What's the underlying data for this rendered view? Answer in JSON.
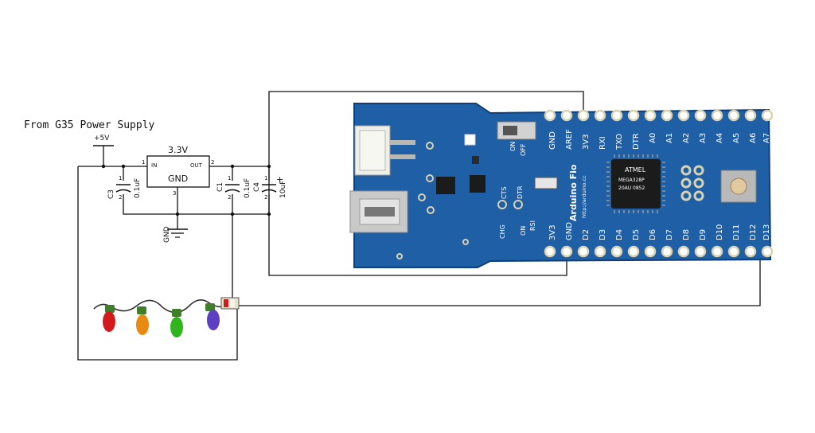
{
  "header": {
    "caption": "From G35 Power Supply"
  },
  "rails": {
    "vin_label": "+5V",
    "gnd_label": "GND"
  },
  "regulator": {
    "voltage": "3.3V",
    "pin_in": "IN",
    "pin_out": "OUT",
    "pin_gnd": "GND",
    "pin1": "1",
    "pin2": "2",
    "pin3": "3"
  },
  "capacitors": [
    {
      "ref": "C3",
      "value": "0.1uF",
      "pin_a": "1",
      "pin_b": "2"
    },
    {
      "ref": "C1",
      "value": "0.1uF",
      "pin_a": "1",
      "pin_b": "2"
    },
    {
      "ref": "C4",
      "value": "10uF",
      "pin_a": "1",
      "pin_b": "2",
      "polarity": "+"
    }
  ],
  "board": {
    "name": "Arduino Fio",
    "url": "http://arduino.cc",
    "top_pins": [
      "GND",
      "AREF",
      "3V3",
      "RXI",
      "TXO",
      "DTR",
      "A0",
      "A1",
      "A2",
      "A3",
      "A4",
      "A5",
      "A6",
      "A7"
    ],
    "bottom_pins": [
      "3V3",
      "GND",
      "D2",
      "D3",
      "D4",
      "D5",
      "D6",
      "D7",
      "D8",
      "D9",
      "D10",
      "D11",
      "D12",
      "D13"
    ],
    "switch_labels": [
      "ON",
      "OFF"
    ],
    "side_labels": [
      "CTS",
      "DTR",
      "CHG",
      "ON",
      "RSI"
    ],
    "chip_text": [
      "ATMEL",
      "MEGA328P",
      "20AU 0852"
    ],
    "colors": {
      "pcb": "#1f5fa6",
      "pcb_edge": "#0f3f7a",
      "pad": "#d9d2b0",
      "chip": "#1b1b1b"
    }
  },
  "lights": {
    "bulb_colors": [
      "#d21c1c",
      "#e88a12",
      "#31b51f",
      "#5d3fc4"
    ]
  }
}
